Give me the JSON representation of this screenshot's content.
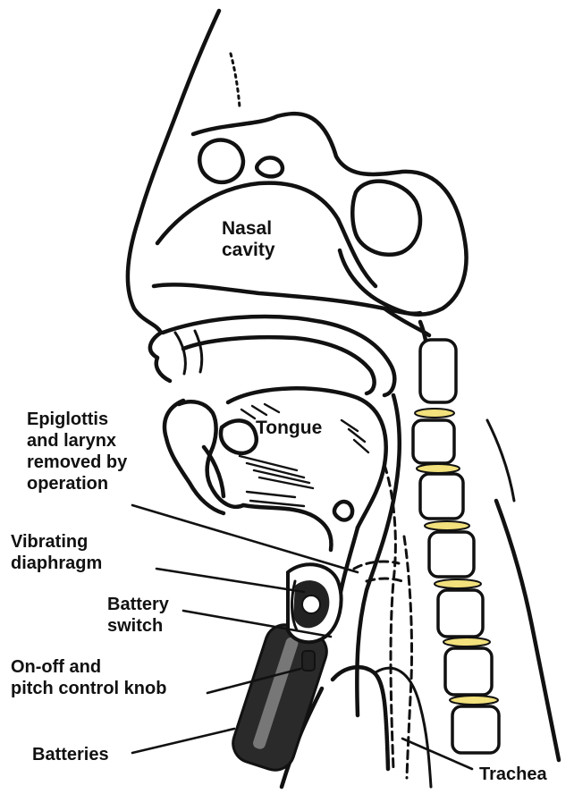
{
  "labels": {
    "nasal_cavity": [
      "Nasal",
      "cavity"
    ],
    "tongue": "Tongue",
    "epiglottis": [
      "Epiglottis",
      "and larynx",
      "removed by",
      "operation"
    ],
    "vibrating_diaphragm": [
      "Vibrating",
      "diaphragm"
    ],
    "battery_switch": [
      "Battery",
      "switch"
    ],
    "knob": [
      "On-off and",
      "pitch control knob"
    ],
    "batteries": "Batteries",
    "trachea": "Trachea"
  },
  "colors": {
    "ink": "#111111",
    "disc_yellow": "#f2e17c",
    "device_dark": "#2a2a2a",
    "background": "#ffffff"
  }
}
